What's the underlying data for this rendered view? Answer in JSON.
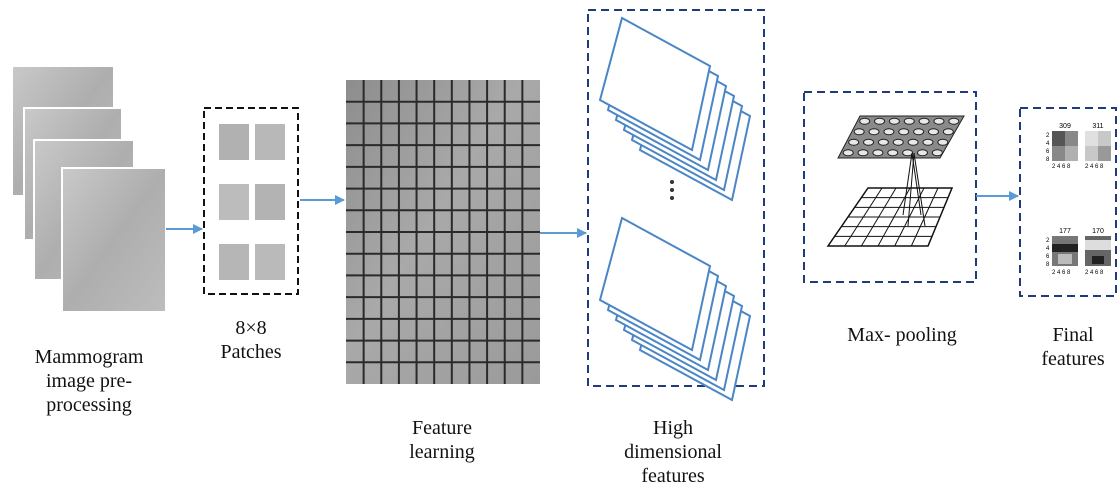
{
  "stages": {
    "mammogram": {
      "lines": [
        "Mammogram",
        "image pre-",
        "processing"
      ]
    },
    "patches": {
      "lines": [
        "8×8",
        "Patches"
      ]
    },
    "feature_learning": {
      "lines": [
        "Feature",
        "learning"
      ]
    },
    "high_dim": {
      "lines": [
        "High",
        "dimensional",
        "features"
      ]
    },
    "max_pooling": {
      "lines": [
        "Max- pooling"
      ]
    },
    "final": {
      "lines": [
        "Final",
        "features"
      ],
      "thumbnail_numbers": [
        "309",
        "311",
        "177",
        "170"
      ],
      "axis_ticks": [
        "2 4 6 8",
        "2",
        "4",
        "6",
        "8"
      ]
    }
  },
  "colors": {
    "arrow": "#5b9bd5",
    "dashed_blue": "#1f3b7a",
    "dashed_black": "#111111",
    "sheet_stroke": "#4a86c5",
    "image_gray": "#b7b7b7"
  }
}
